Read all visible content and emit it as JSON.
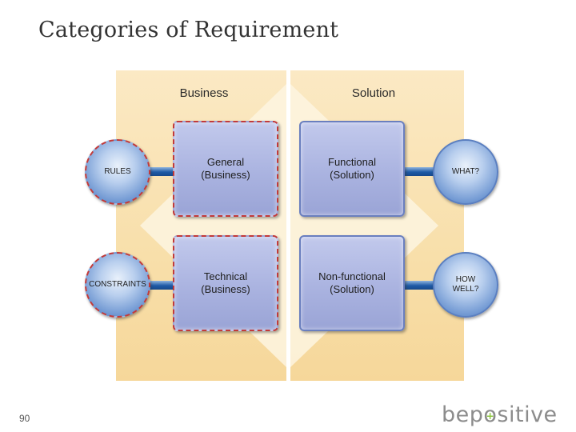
{
  "slide": {
    "title": "Categories of Requirement",
    "page_number": "90"
  },
  "diagram": {
    "column_business": "Business",
    "column_solution": "Solution",
    "boxes": {
      "general": "General\n(Business)",
      "technical": "Technical\n(Business)",
      "functional": "Functional\n(Solution)",
      "nonfunctional": "Non-functional\n(Solution)"
    },
    "circles": {
      "rules": "RULES",
      "constraints": "CONSTRAINTS",
      "what": "WHAT?",
      "how_well": "HOW\nWELL?"
    },
    "colors": {
      "panel": "#f8dfaa",
      "box_fill": "#aab3e0",
      "business_border": "#c23a3a",
      "connector": "#1e5aa6",
      "logo_accent": "#8dc63f"
    }
  },
  "logo": {
    "before": "bep",
    "o": "o",
    "after": "sitive",
    "plus": "+"
  }
}
